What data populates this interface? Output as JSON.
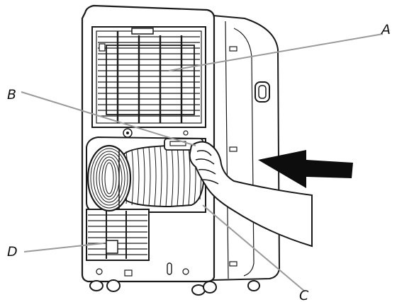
{
  "figure": {
    "callouts": {
      "a": "A",
      "b": "B",
      "c": "C",
      "d": "D"
    },
    "colors": {
      "outline": "#1a1a1a",
      "leader_line": "#9a9a9a",
      "arrow": "#0d0d0d",
      "background": "#ffffff"
    },
    "icons": {
      "direction_arrow": "arrow-left-icon"
    }
  }
}
